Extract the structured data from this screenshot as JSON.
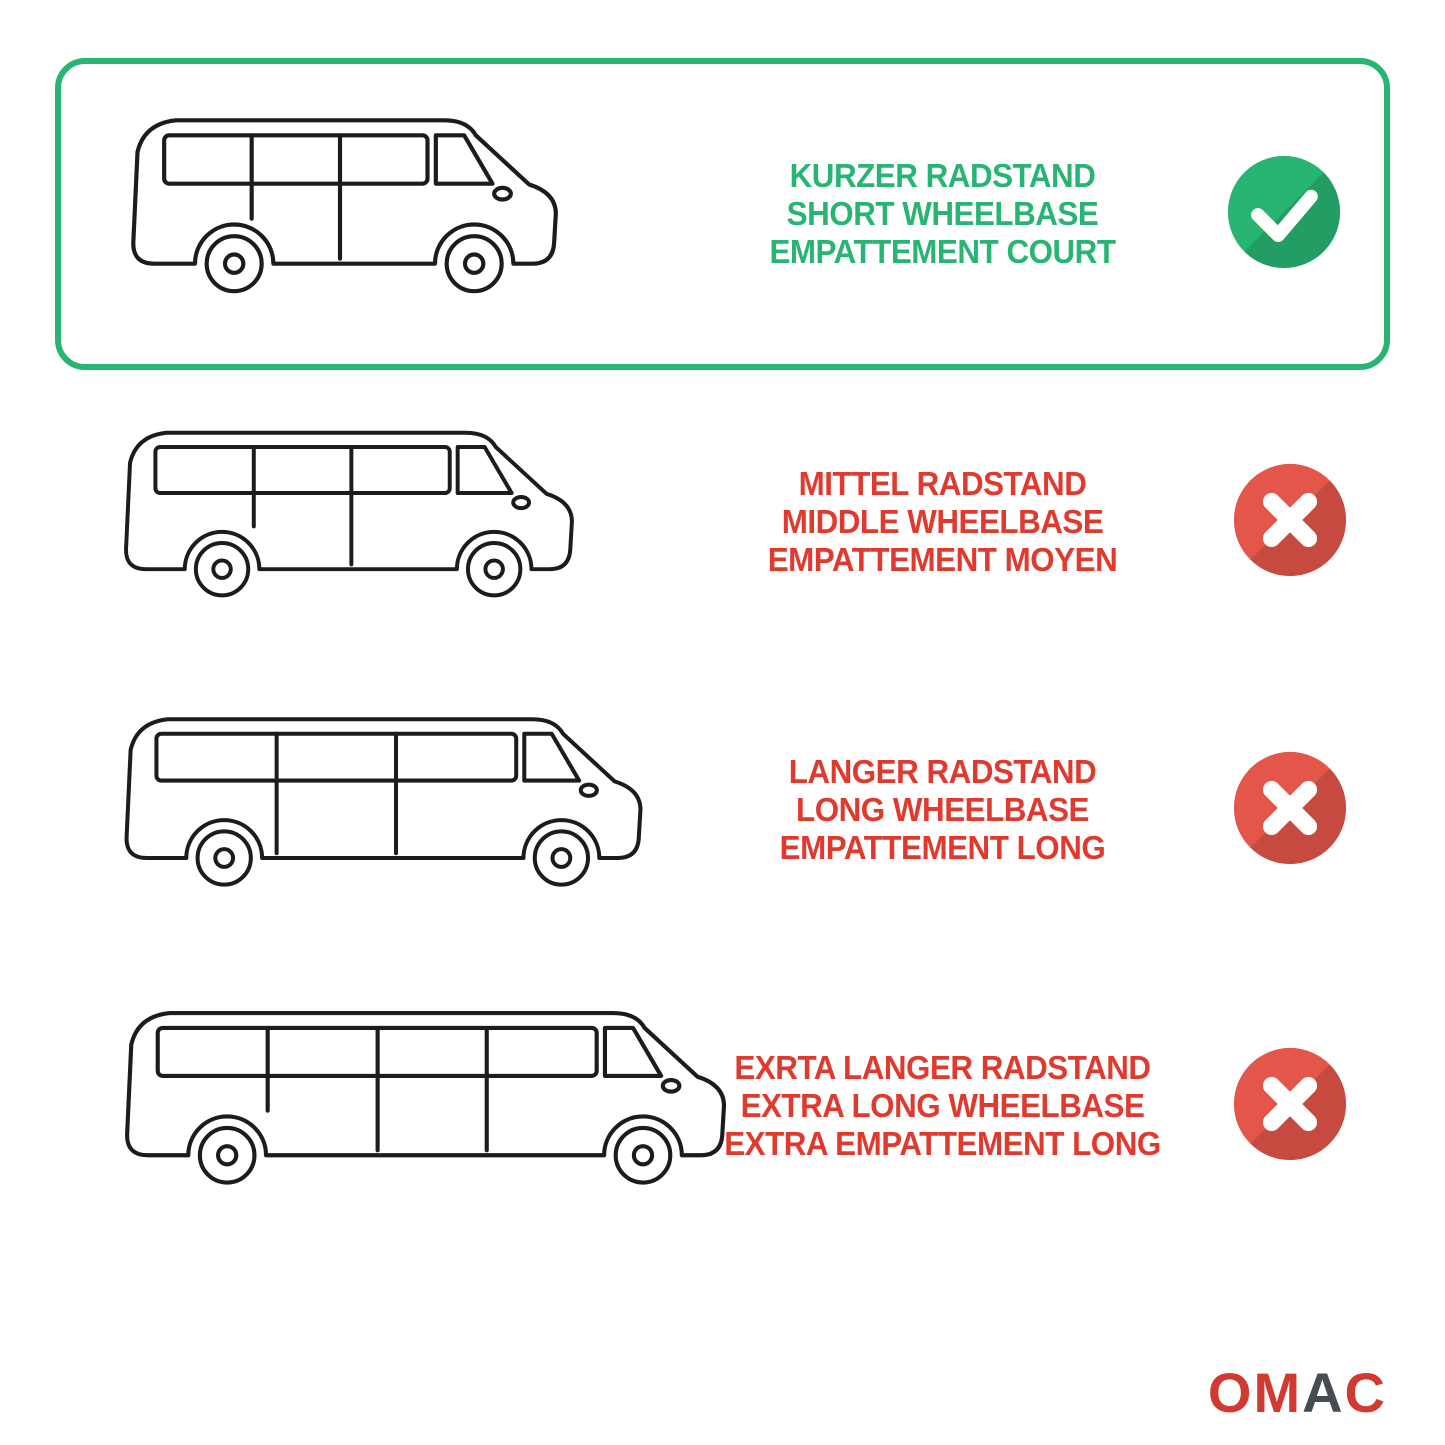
{
  "selection_box_color": "#28b573",
  "rows": [
    {
      "name": "short-wheelbase",
      "lines": [
        "KURZER RADSTAND",
        "SHORT WHEELBASE",
        "EMPATTEMENT COURT"
      ],
      "status": "check",
      "accent": "#28b573",
      "selected": true
    },
    {
      "name": "middle-wheelbase",
      "lines": [
        "MITTEL RADSTAND",
        "MIDDLE WHEELBASE",
        "EMPATTEMENT MOYEN"
      ],
      "status": "cross",
      "accent": "#e03a2f",
      "selected": false
    },
    {
      "name": "long-wheelbase",
      "lines": [
        "LANGER RADSTAND",
        "LONG WHEELBASE",
        "EMPATTEMENT LONG"
      ],
      "status": "cross",
      "accent": "#e03a2f",
      "selected": false
    },
    {
      "name": "extra-long-wheelbase",
      "lines": [
        "EXRTA LANGER RADSTAND",
        "EXTRA LONG WHEELBASE",
        "EXTRA EMPATTEMENT LONG"
      ],
      "status": "cross",
      "accent": "#e03a2f",
      "selected": false
    }
  ],
  "icons": {
    "check": {
      "glyph": "checkmark",
      "color": "#28b573"
    },
    "cross": {
      "glyph": "x-mark",
      "color": "#e4554a"
    }
  },
  "logo": {
    "text": "OMAC",
    "letters": [
      {
        "ch": "O",
        "color": "#d13a31"
      },
      {
        "ch": "M",
        "color": "#d13a31"
      },
      {
        "ch": "A",
        "color": "#474c54"
      },
      {
        "ch": "C",
        "color": "#d13a31"
      }
    ]
  }
}
